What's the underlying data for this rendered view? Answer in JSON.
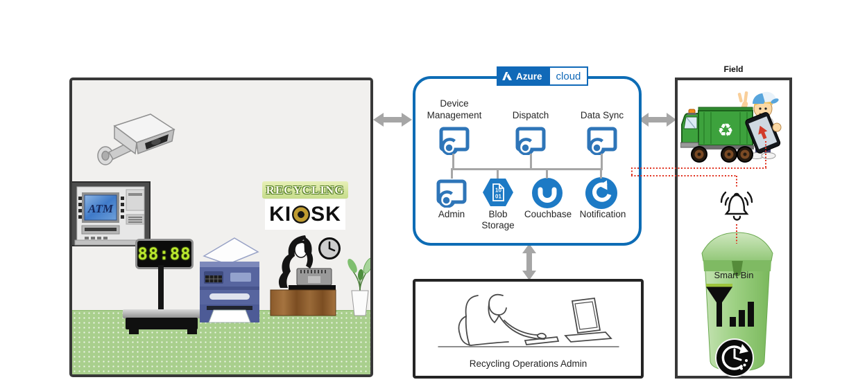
{
  "kiosk_panel": {
    "recycling_sign": "RECYCLING",
    "kiosk_sign_left": "KI",
    "kiosk_sign_right": "SK",
    "atm_screen_label": "ATM",
    "scale_display_value": "88:88"
  },
  "cloud_panel": {
    "logo_primary": "Azure",
    "logo_secondary": "cloud",
    "top_services": [
      {
        "label": "Device Management"
      },
      {
        "label": "Dispatch"
      },
      {
        "label": "Data Sync"
      }
    ],
    "bottom_services": [
      {
        "label": "Admin"
      },
      {
        "label": "Blob Storage"
      },
      {
        "label": "Couchbase"
      },
      {
        "label": "Notification"
      }
    ],
    "blob_doc_line1": "10",
    "blob_doc_line2": "01"
  },
  "admin_panel": {
    "caption": "Recycling Operations Admin"
  },
  "field_panel": {
    "title": "Field",
    "smart_bin_label": "Smart Bin",
    "truck_recycle_symbol": "♻"
  },
  "icons": {
    "cctv-camera-icon": "security camera",
    "atm-icon": "ATM machine",
    "weighing-scale-icon": "platform scale with LED display",
    "printer-icon": "multifunction printer",
    "receptionist-icon": "woman at wooden desk with laptop",
    "wall-clock-icon": "clock",
    "plant-icon": "potted plant",
    "app-service-icon": "azure app service",
    "blob-storage-icon": "hexagon with binary document",
    "couchbase-icon": "couchbase circle",
    "notification-icon": "circular arrow",
    "azure-logo-icon": "microsoft azure A mark",
    "garbage-truck-icon": "recycling truck with driver and tablet",
    "bell-icon": "ringing alarm bell",
    "smart-bin-icon": "green smart bin",
    "antenna-signal-icon": "antenna with signal bars",
    "sync-clock-icon": "clock with sync arrow",
    "double-arrow-icon": "bidirectional gray arrow",
    "red-up-arrow-icon": "alert arrow on tablet"
  },
  "colors": {
    "azure_blue": "#1069b8",
    "cloud_border_blue": "#0d6cb5",
    "service_icon_blue": "#2e75b8",
    "filled_icon_blue": "#1d7ac5",
    "connector_gray": "#a6a6a6",
    "alert_red": "#e0301e",
    "floor_green": "#a9cf8d",
    "bin_green": "#8cc63f",
    "led_green": "#b9e62d",
    "panel_border": "#383838"
  }
}
